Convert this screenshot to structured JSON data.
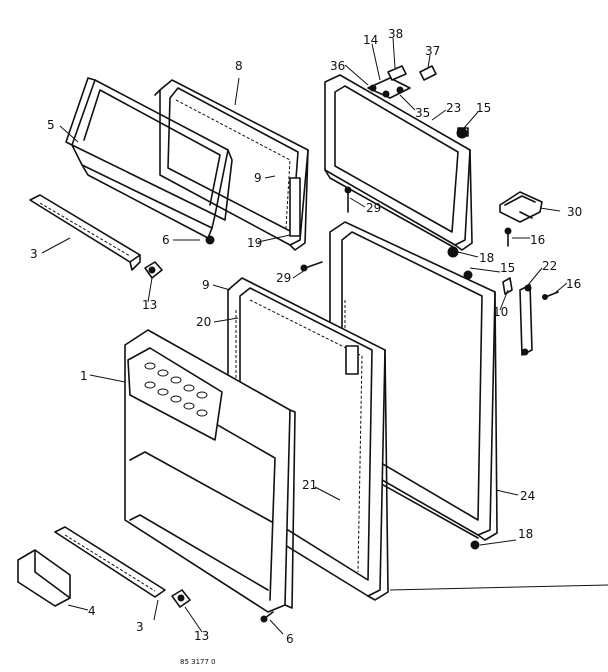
{
  "labels": {
    "l1": "1",
    "l3a": "3",
    "l3b": "3",
    "l4": "4",
    "l5": "5",
    "l6a": "6",
    "l6b": "6",
    "l8": "8",
    "l9a": "9",
    "l9b": "9",
    "l10": "10",
    "l13a": "13",
    "l13b": "13",
    "l14": "14",
    "l15a": "15",
    "l15b": "15",
    "l16a": "16",
    "l16b": "16",
    "l18a": "18",
    "l18b": "18",
    "l19": "19",
    "l20": "20",
    "l21": "21",
    "l22": "22",
    "l23": "23",
    "l24": "24",
    "l29a": "29",
    "l29b": "29",
    "l30": "30",
    "l35": "35",
    "l36": "36",
    "l37": "37",
    "l38": "38"
  },
  "footer_code": "85 3177 0"
}
